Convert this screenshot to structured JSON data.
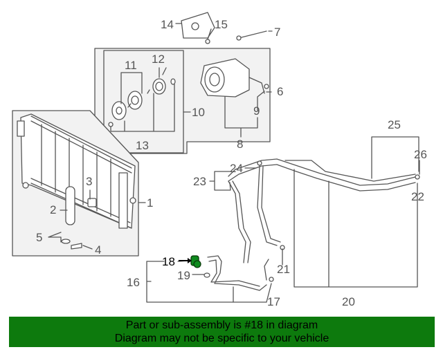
{
  "callouts": {
    "c1": "1",
    "c2": "2",
    "c3": "3",
    "c4": "4",
    "c5": "5",
    "c6": "6",
    "c7": "7",
    "c8": "8",
    "c9": "9",
    "c10": "10",
    "c11": "11",
    "c12": "12",
    "c13": "13",
    "c14": "14",
    "c15": "15",
    "c16": "16",
    "c17": "17",
    "c18": "18",
    "c19": "19",
    "c20": "20",
    "c21": "21",
    "c22": "22",
    "c23": "23",
    "c24": "24",
    "c25": "25",
    "c26": "26"
  },
  "highlighted_part": "18",
  "colors": {
    "banner_bg": "#0d7a0d",
    "line": "#555555",
    "box_fill": "#f2f2f2",
    "highlight_part": "#0e8a1e"
  },
  "banner": {
    "line1": "Part or sub-assembly is #18 in diagram",
    "line2": "Diagram may not be specific to your vehicle"
  }
}
